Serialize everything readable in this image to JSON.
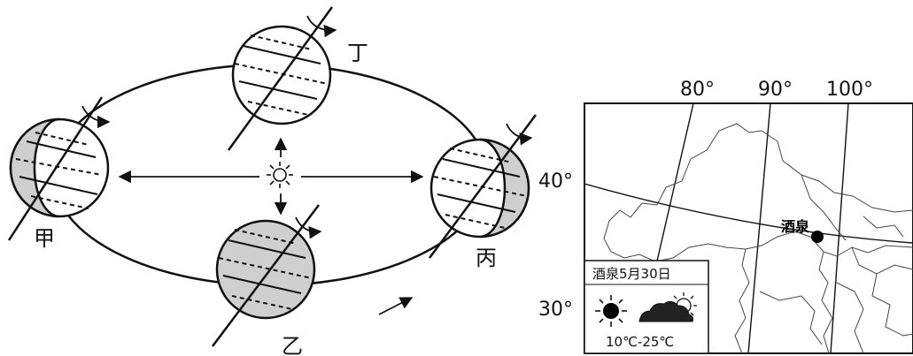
{
  "orbit_diagram": {
    "positions": {
      "jia": "甲",
      "yi": "乙",
      "bing": "丙",
      "ding": "丁"
    }
  },
  "map": {
    "longitudes": [
      "80°",
      "90°",
      "100°"
    ],
    "latitudes": [
      "40°",
      "30°"
    ],
    "city": "酒泉",
    "weather_box": {
      "title": "酒泉5月30日",
      "temperature": "10℃-25℃",
      "icons": [
        "sun-icon",
        "cloud-with-sun-icon"
      ]
    }
  }
}
